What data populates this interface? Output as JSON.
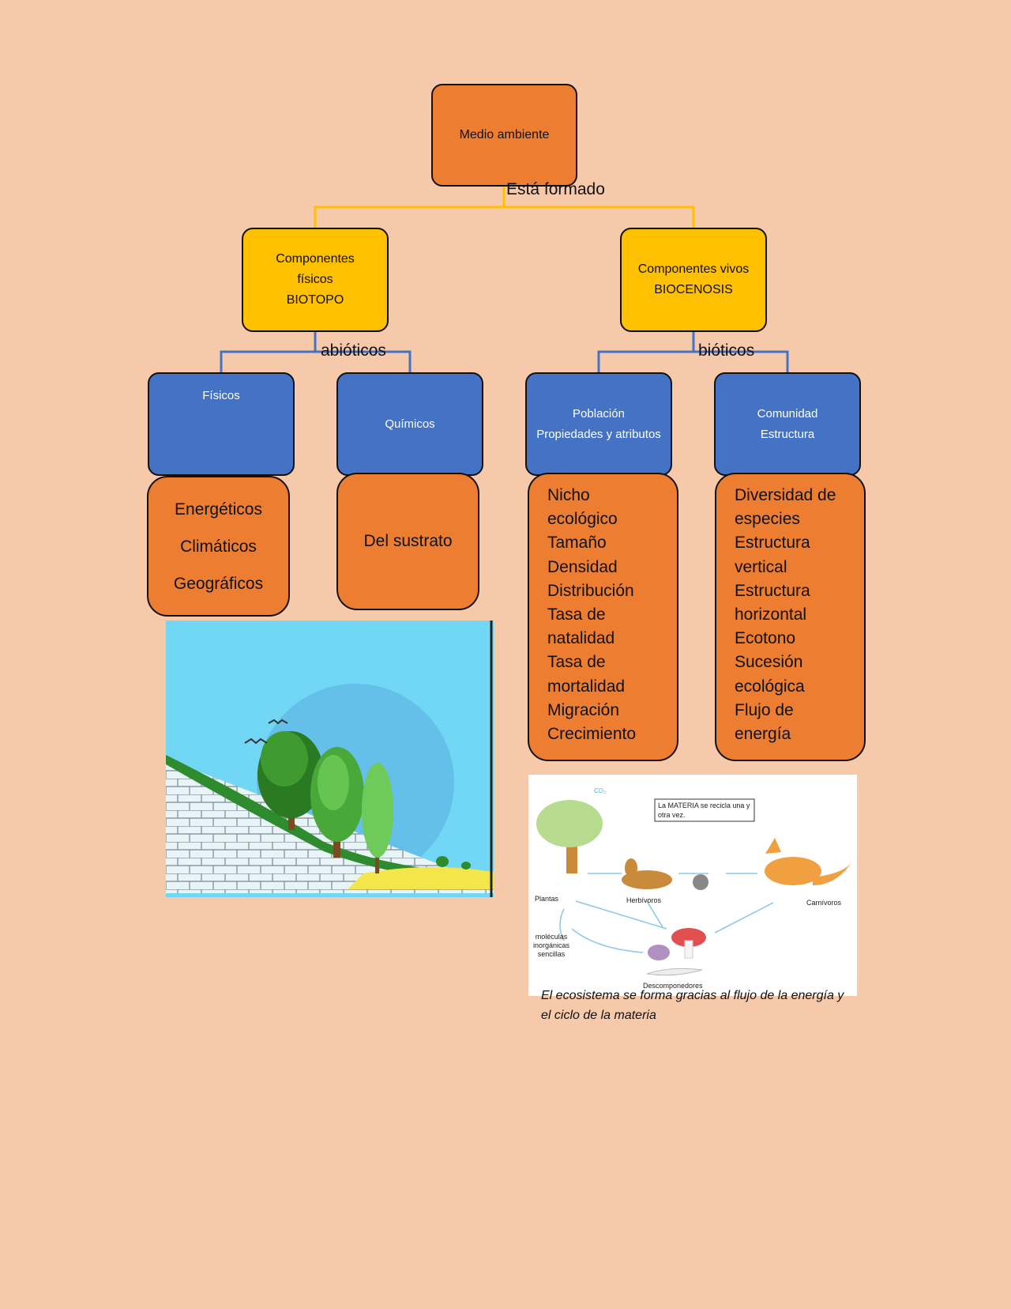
{
  "root": {
    "label": "Medio ambiente"
  },
  "edges": {
    "root_children": "Está formado",
    "abioticos": "abióticos",
    "bioticos": "bióticos"
  },
  "level2": {
    "fisicos_comp": {
      "lines": [
        "Componentes",
        "físicos",
        "BIOTOPO"
      ]
    },
    "vivos_comp": {
      "lines": [
        "Componentes vivos",
        "BIOCENOSIS"
      ]
    }
  },
  "level3": {
    "fisicos": {
      "label": "Físicos"
    },
    "quimicos": {
      "label": "Químicos"
    },
    "poblacion": {
      "lines": [
        "Población",
        "Propiedades y atributos"
      ]
    },
    "comunidad": {
      "lines": [
        "Comunidad",
        "Estructura"
      ]
    }
  },
  "details": {
    "fisicos": [
      "Energéticos",
      "Climáticos",
      "Geográficos"
    ],
    "quimicos": [
      "Del sustrato"
    ],
    "poblacion": [
      "Nicho",
      "ecológico",
      "Tamaño",
      "Densidad",
      "Distribución",
      "Tasa de",
      "natalidad",
      "Tasa de",
      "mortalidad",
      "Migración",
      "Crecimiento"
    ],
    "comunidad": [
      "Diversidad de",
      "especies",
      "Estructura",
      "vertical",
      "Estructura",
      "horizontal",
      "Ecotono",
      "Sucesión",
      "ecológica",
      "Flujo de",
      "energía"
    ]
  },
  "cycle_image": {
    "note": "La MATERIA se recicla una y otra vez.",
    "labels": {
      "plantas": "Plantas",
      "herbivoros": "Herbívoros",
      "carnivoros": "Carnívoros",
      "descomponedores": "Descomponedores",
      "moleculas": [
        "moléculas",
        "inorgánicas",
        "sencillas"
      ],
      "co2": "CO₂"
    }
  },
  "caption": "El ecosistema se forma gracias al flujo de la energía y el ciclo de la materia",
  "colors": {
    "background": "#f6c9ab",
    "orange": "#ed7d31",
    "yellow": "#ffc000",
    "blue": "#4472c4",
    "yellow_line": "#ffc000",
    "blue_line": "#4472c4"
  }
}
